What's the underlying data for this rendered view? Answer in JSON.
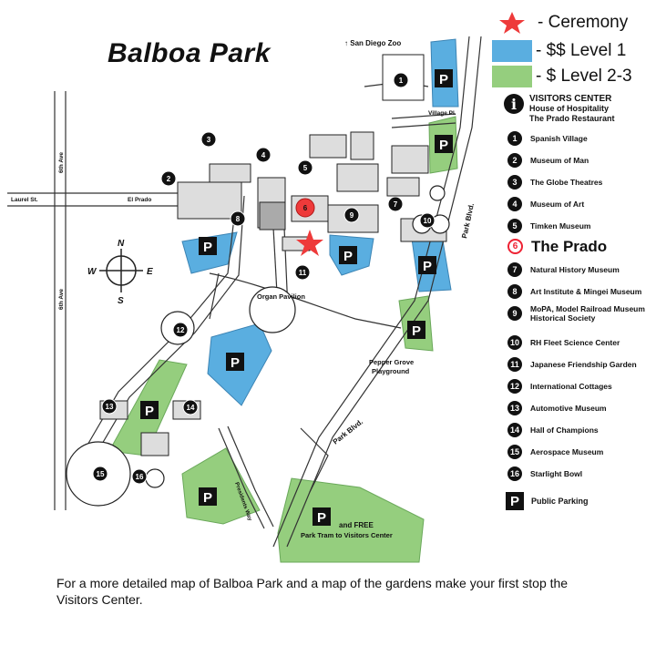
{
  "title": "Balboa Park",
  "top_legend": [
    {
      "symbol": "red-star",
      "label": "- Ceremony",
      "color": "#ee3a3a"
    },
    {
      "symbol": "blue-swatch",
      "label": "- $$ Level 1",
      "color": "#5aaee0"
    },
    {
      "symbol": "green-swatch",
      "label": "- $ Level 2-3",
      "color": "#95ce7e"
    }
  ],
  "visitors_center": {
    "icon": "i",
    "line1": "VISITORS CENTER",
    "line2": "House of Hospitality",
    "line3": "The Prado Restaurant"
  },
  "legend": [
    {
      "num": "1",
      "label": "Spanish Village"
    },
    {
      "num": "2",
      "label": "Museum of Man"
    },
    {
      "num": "3",
      "label": "The Globe Theatres"
    },
    {
      "num": "4",
      "label": "Museum of Art"
    },
    {
      "num": "5",
      "label": "Timken Museum"
    },
    {
      "num": "6",
      "label": "The Prado",
      "highlight": true
    },
    {
      "num": "7",
      "label": "Natural History Museum"
    },
    {
      "num": "8",
      "label": "Art Institute & Mingei Museum"
    },
    {
      "num": "9",
      "label": "MoPA, Model Railroad Museum Historical Society"
    },
    {
      "num": "10",
      "label": "RH Fleet Science Center"
    },
    {
      "num": "11",
      "label": "Japanese Friendship Garden"
    },
    {
      "num": "12",
      "label": "International Cottages"
    },
    {
      "num": "13",
      "label": "Automotive Museum"
    },
    {
      "num": "14",
      "label": "Hall of Champions"
    },
    {
      "num": "15",
      "label": "Aerospace Museum"
    },
    {
      "num": "16",
      "label": "Starlight Bowl"
    }
  ],
  "parking_legend": {
    "icon": "P",
    "label": "Public Parking"
  },
  "map_labels": {
    "zoo": "San Diego Zoo",
    "village_pl": "Village Pl.",
    "laurel": "Laurel St.",
    "el_prado": "El Prado",
    "sixth_ave_top": "6th Ave",
    "sixth_ave_bottom": "6th Ave",
    "park_blvd_upper": "Park Blvd.",
    "park_blvd_lower": "Park Blvd.",
    "organ_pavilion": "Organ Pavilion",
    "pepper_grove_1": "Pepper Grove",
    "pepper_grove_2": "Playground",
    "presidents_way": "Presidents Way",
    "free_tram_1": "and FREE",
    "free_tram_2": "Park Tram to Visitors Center"
  },
  "compass": {
    "n": "N",
    "s": "S",
    "e": "E",
    "w": "W"
  },
  "map_markers": [
    "1",
    "2",
    "3",
    "4",
    "5",
    "6",
    "7",
    "8",
    "9",
    "10",
    "11",
    "12",
    "13",
    "14",
    "15",
    "16"
  ],
  "parking_symbol": "P",
  "footer": "For a more detailed map of Balboa Park and a map of the gardens make your first stop the Visitors Center.",
  "colors": {
    "level1": "#5aaee0",
    "level2": "#95ce7e",
    "ceremony": "#ee3a3a"
  }
}
